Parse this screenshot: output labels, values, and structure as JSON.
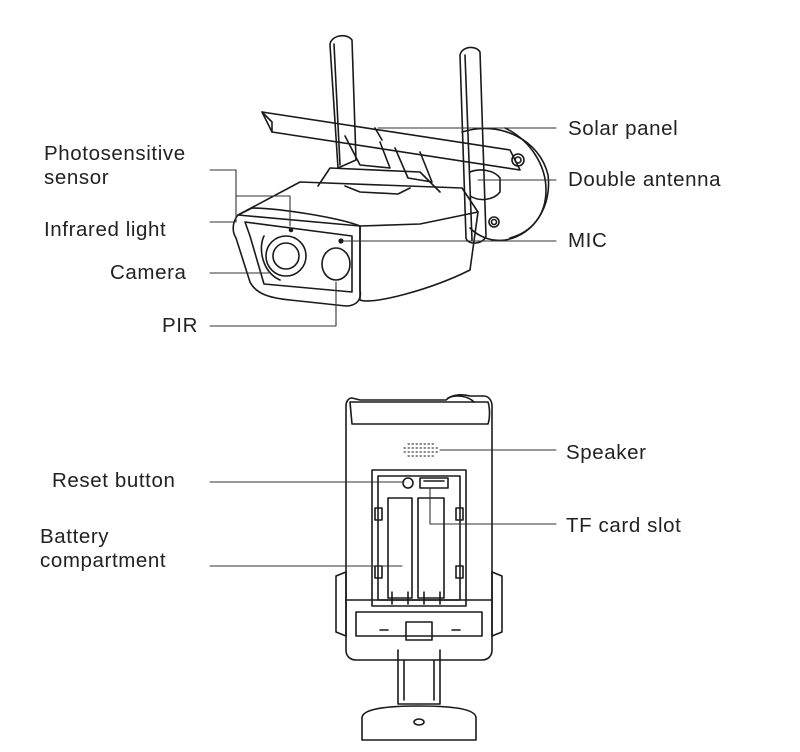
{
  "front_view": {
    "labels": {
      "solar_panel": "Solar panel",
      "photosensitive_sensor_line1": "Photosensitive",
      "photosensitive_sensor_line2": "sensor",
      "double_antenna": "Double antenna",
      "infrared_light": "Infrared light",
      "mic": "MIC",
      "camera": "Camera",
      "pir": "PIR"
    }
  },
  "back_view": {
    "labels": {
      "speaker": "Speaker",
      "reset_button": "Reset button",
      "tf_card_slot": "TF card slot",
      "battery_compartment_line1": "Battery",
      "battery_compartment_line2": "compartment"
    }
  },
  "colors": {
    "line": "#1a1a1a",
    "leader": "#333333",
    "text": "#222222",
    "background": "#ffffff"
  }
}
